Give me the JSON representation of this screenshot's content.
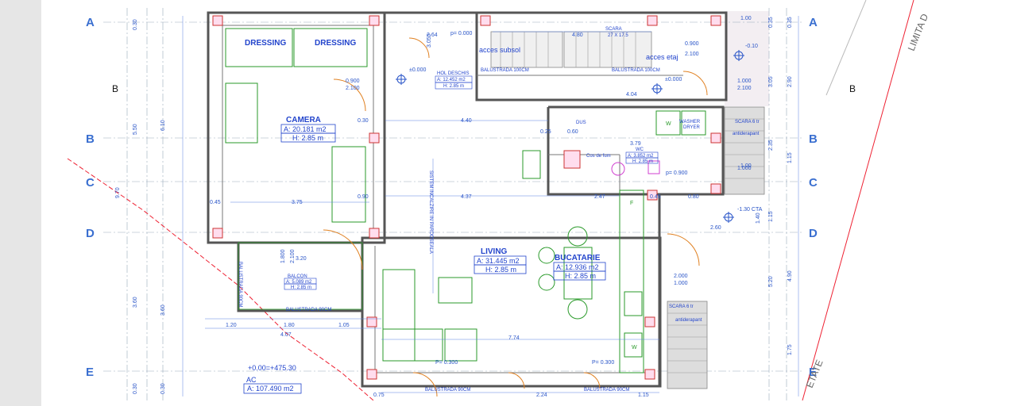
{
  "grid_rows": [
    "A",
    "B",
    "C",
    "D",
    "E"
  ],
  "side_label": "B",
  "rooms": {
    "dressing_1": "DRESSING",
    "dressing_2": "DRESSING",
    "camera": {
      "name": "CAMERA",
      "area": "A: 20.181 m2",
      "height": "H: 2.85 m"
    },
    "living": {
      "name": "LIVING",
      "area": "A: 31.445 m2",
      "height": "H: 2.85 m"
    },
    "bucatarie": {
      "name": "BUCATARIE",
      "area": "A: 12.936 m2",
      "height": "H: 2.85 m"
    },
    "hol": {
      "name": "HOL DESCHIS",
      "area": "A: 12.452 m2",
      "height": "H: 2.85 m"
    },
    "balcon": {
      "name": "BALCON",
      "area": "A: 5.089 m2",
      "height": "H: 2.85 m"
    },
    "wc": {
      "name": "WC",
      "area": "A: 3.852 m2",
      "height": "H: 2.85 m"
    },
    "ac": {
      "name": "AC",
      "area": "A: 107.490 m2"
    }
  },
  "labels": {
    "elevation": "+0.00=+475.30",
    "acces_subsol": "acces subsol",
    "acces_etaj": "acces etaj",
    "scara": "SCARA",
    "scara_dims": "27 X 17.5",
    "balustrada_100": "BALUSTRADA 100CM",
    "balustrada_90": "BALUSTRADA 90CM",
    "washer": "WASHER",
    "dryer": "DRYER",
    "cos_de_fum": "Cos de fum",
    "sistem": "SISTEM INCALZIRE IN PARDOSEALA",
    "scara_6tr": "SCARA 6 tr",
    "antiderapant": "antiderapant",
    "cta": "-1.30 CTA",
    "limita": "LIMITA D",
    "etate": "ETATE",
    "dus": "DUS",
    "w": "W",
    "f": "F",
    "pm": "p= 0.900",
    "p300": "P= 0.300",
    "p000": "p= 0.000",
    "pm010": "-0.10",
    "zero1": "±0.000",
    "zero2": "±0.000"
  },
  "dims_horizontal": [
    "1.20",
    "1.80",
    "1.05",
    "4.07",
    "7.74",
    "0.75",
    "2.24",
    "1.15",
    "3.75",
    "4.37",
    "4.40",
    "4.80",
    "4.04",
    "2.47",
    "3.79",
    "1.00",
    "1.00",
    "2.60",
    "0.45",
    "0.30",
    "0.90",
    "0.80",
    "0.25",
    "0.60",
    "0.45",
    "3.20",
    "2.64"
  ],
  "dims_vertical": [
    "0.30",
    "5.50",
    "6.10",
    "9.70",
    "3.60",
    "3.60",
    "0.30",
    "0.30",
    "3.05",
    "2.90",
    "2.35",
    "1.15",
    "1.15",
    "5.20",
    "4.90",
    "1.75",
    "1.40",
    "0.35",
    "0.35"
  ],
  "door_values": [
    "0.900",
    "2.100",
    "1.800",
    "2.100",
    "2.000",
    "1.000",
    "1.000",
    "2.100",
    "0.900",
    "2.100",
    "1.000",
    "3.050"
  ]
}
